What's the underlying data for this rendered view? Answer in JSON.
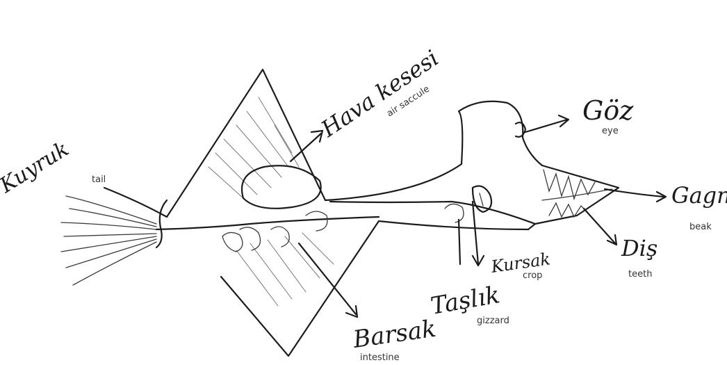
{
  "labels": {
    "tail": {
      "turkish": "Kuyruk",
      "english": "tail"
    },
    "air_saccule": {
      "turkish": "Hava kesesi",
      "english": "air saccule"
    },
    "eye": {
      "turkish": "Göz",
      "english": "eye"
    },
    "beak": {
      "turkish": "Gagn",
      "english": "beak"
    },
    "teeth": {
      "turkish": "Diş",
      "english": "teeth"
    },
    "crop": {
      "turkish": "Kursak",
      "english": "crop"
    },
    "gizzard": {
      "turkish": "Taşlık",
      "english": "gizzard"
    },
    "intestine": {
      "turkish": "Barsak",
      "english": "intestine"
    }
  }
}
